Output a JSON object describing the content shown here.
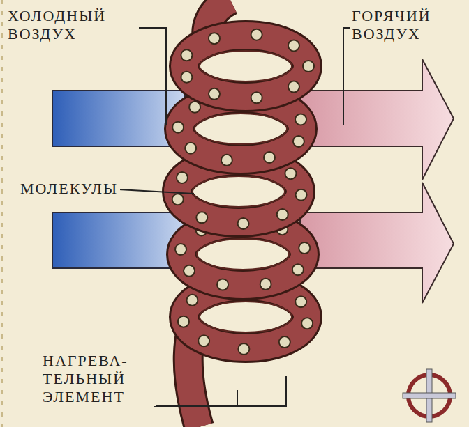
{
  "diagram": {
    "labels": [
      "ХОЛОДНЫЙ ВОЗДУХ",
      "ГОРЯЧИЙ ВОЗДУХ",
      "МОЛЕКУЛЫ",
      "НАГРЕВА- ТЕЛЬНЫЙ ЭЛЕМЕНТ"
    ]
  }
}
